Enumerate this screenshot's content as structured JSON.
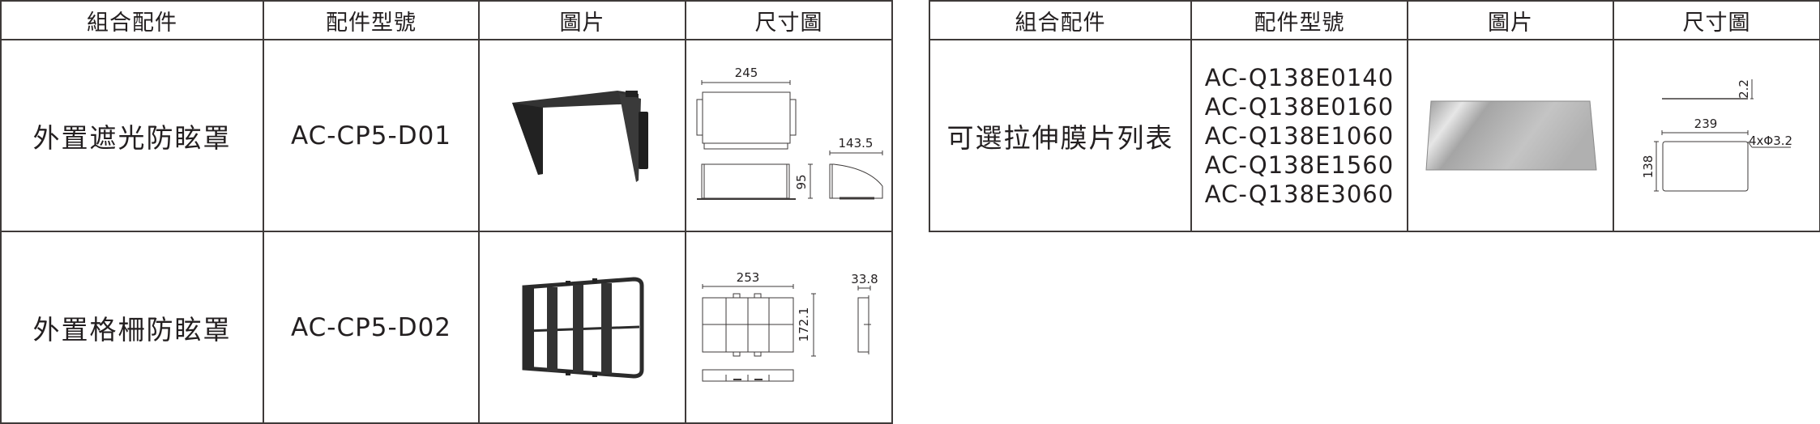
{
  "headers": {
    "combo": "組合配件",
    "model": "配件型號",
    "image": "圖片",
    "dimension": "尺寸圖"
  },
  "left_table": {
    "rows": [
      {
        "name": "外置遮光防眩罩",
        "model": "AC-CP5-D01",
        "dimensions": {
          "width": "245",
          "height": "95",
          "depth": "143.5"
        }
      },
      {
        "name": "外置格柵防眩罩",
        "model": "AC-CP5-D02",
        "dimensions": {
          "width": "253",
          "height": "172.1",
          "depth": "33.8"
        }
      }
    ]
  },
  "right_table": {
    "rows": [
      {
        "name": "可選拉伸膜片列表",
        "models": [
          "AC-Q138E0140",
          "AC-Q138E0160",
          "AC-Q138E1060",
          "AC-Q138E1560",
          "AC-Q138E3060"
        ],
        "dimensions": {
          "thickness": "2.2",
          "width": "239",
          "height": "138",
          "holes": "4xΦ3.2"
        }
      }
    ]
  },
  "colors": {
    "border": "#3e3a39",
    "text": "#231f20",
    "product": "#2b2b2b"
  }
}
